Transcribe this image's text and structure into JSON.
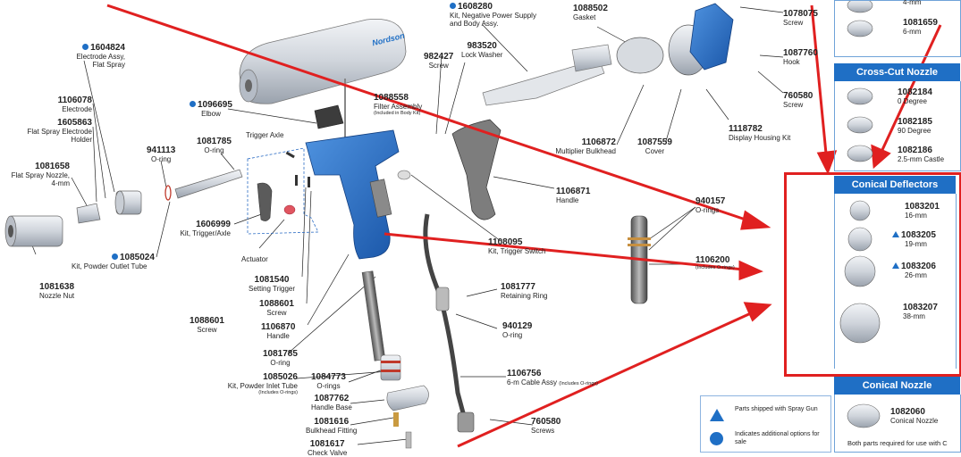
{
  "colors": {
    "blue": "#1f6fc5",
    "red": "#e02020",
    "grey": "#9a9a9a"
  },
  "parts": {
    "p1604824": {
      "pn": "1604824",
      "d1": "Electrode Assy,",
      "d2": "Flat Spray",
      "marker": "dot"
    },
    "p1106078": {
      "pn": "1106078",
      "d1": "Electrode"
    },
    "p1605863": {
      "pn": "1605863",
      "d1": "Flat Spray Electrode",
      "d2": "Holder"
    },
    "p1081658": {
      "pn": "1081658",
      "d1": "Flat Spray Nozzle,",
      "d2": "4-mm"
    },
    "p1081638": {
      "pn": "1081638",
      "d1": "Nozzle Nut"
    },
    "p941113": {
      "pn": "941113",
      "d1": "O-ring"
    },
    "p1081785a": {
      "pn": "1081785",
      "d1": "O-ring"
    },
    "p1096695": {
      "pn": "1096695",
      "d1": "Elbow",
      "marker": "dot"
    },
    "p1085024": {
      "pn": "1085024",
      "d1": "Kit, Powder Outlet Tube",
      "marker": "dot"
    },
    "p1606999": {
      "pn": "1606999",
      "d1": "Kit, Trigger/Axle"
    },
    "trigger_axle": {
      "d1": "Trigger Axle"
    },
    "actuator": {
      "d1": "Actuator"
    },
    "p1081540": {
      "pn": "1081540",
      "d1": "Setting Trigger"
    },
    "p1088601a": {
      "pn": "1088601",
      "d1": "Screw"
    },
    "p1106870": {
      "pn": "1106870",
      "d1": "Handle"
    },
    "p1088601b": {
      "pn": "1088601",
      "d1": "Screw"
    },
    "p1081785b": {
      "pn": "1081785",
      "d1": "O-ring"
    },
    "p1085026": {
      "pn": "1085026",
      "d1": "Kit, Powder Inlet Tube",
      "note": "(Includes O-rings)"
    },
    "p1084773": {
      "pn": "1084773",
      "d1": "O-rings"
    },
    "p1087762": {
      "pn": "1087762",
      "d1": "Handle Base"
    },
    "p1081616": {
      "pn": "1081616",
      "d1": "Bulkhead Fitting"
    },
    "p1081617": {
      "pn": "1081617",
      "d1": "Check Valve"
    },
    "p1608280": {
      "pn": "1608280",
      "d1": "Kit, Negative Power Supply",
      "d2": "and Body Assy.",
      "marker": "dot"
    },
    "p982427": {
      "pn": "982427",
      "d1": "Screw"
    },
    "p983520": {
      "pn": "983520",
      "d1": "Lock Washer"
    },
    "p1088558": {
      "pn": "1088558",
      "d1": "Filter Assembly",
      "note": "(Included in Body Kit)"
    },
    "p1088502": {
      "pn": "1088502",
      "d1": "Gasket"
    },
    "p1078075": {
      "pn": "1078075",
      "d1": "Screw"
    },
    "p1087760": {
      "pn": "1087760",
      "d1": "Hook"
    },
    "p760580a": {
      "pn": "760580",
      "d1": "Screw"
    },
    "p1118782": {
      "pn": "1118782",
      "d1": "Display Housing Kit"
    },
    "p1106872": {
      "pn": "1106872",
      "d1": "Multiplier Bulkhead"
    },
    "p1087559": {
      "pn": "1087559",
      "d1": "Cover"
    },
    "p1106871": {
      "pn": "1106871",
      "d1": "Handle"
    },
    "p1108095": {
      "pn": "1108095",
      "d1": "Kit, Trigger Switch"
    },
    "p940157": {
      "pn": "940157",
      "d1": "O-rings"
    },
    "p1106200": {
      "pn": "1106200",
      "note": "(Includes O-rings)"
    },
    "p1081777": {
      "pn": "1081777",
      "d1": "Retaining Ring"
    },
    "p940129": {
      "pn": "940129",
      "d1": "O-ring"
    },
    "p1106756": {
      "pn": "1106756",
      "d1": "6-m Cable Assy",
      "note": "(Includes O-rings)"
    },
    "p760580b": {
      "pn": "760580",
      "d1": "Screws"
    }
  },
  "panel": {
    "top_items": [
      {
        "pn": "",
        "d1": "4-mm"
      },
      {
        "pn": "1081659",
        "d1": "6-mm"
      }
    ],
    "crosscut": {
      "title": "Cross-Cut Nozzle",
      "items": [
        {
          "pn": "1082184",
          "d1": "0 Degree"
        },
        {
          "pn": "1082185",
          "d1": "90 Degree"
        },
        {
          "pn": "1082186",
          "d1": "2.5-mm Castle"
        }
      ]
    },
    "conical": {
      "title": "Conical Deflectors",
      "items": [
        {
          "pn": "1083201",
          "d1": "16-mm",
          "marker": ""
        },
        {
          "pn": "1083205",
          "d1": "19-mm",
          "marker": "tri"
        },
        {
          "pn": "1083206",
          "d1": "26-mm",
          "marker": "tri"
        },
        {
          "pn": "1083207",
          "d1": "38-mm",
          "marker": ""
        }
      ]
    },
    "nozzle": {
      "title": "Conical Nozzle",
      "items": [
        {
          "pn": "1082060",
          "d1": "Conical Nozzle"
        }
      ],
      "footer": "Both parts required for use with C"
    }
  },
  "legend": {
    "tri_text": "Parts shipped with Spray Gun",
    "dot_text": "Indicates additional options for sale"
  },
  "gun_logo": "Nordson"
}
